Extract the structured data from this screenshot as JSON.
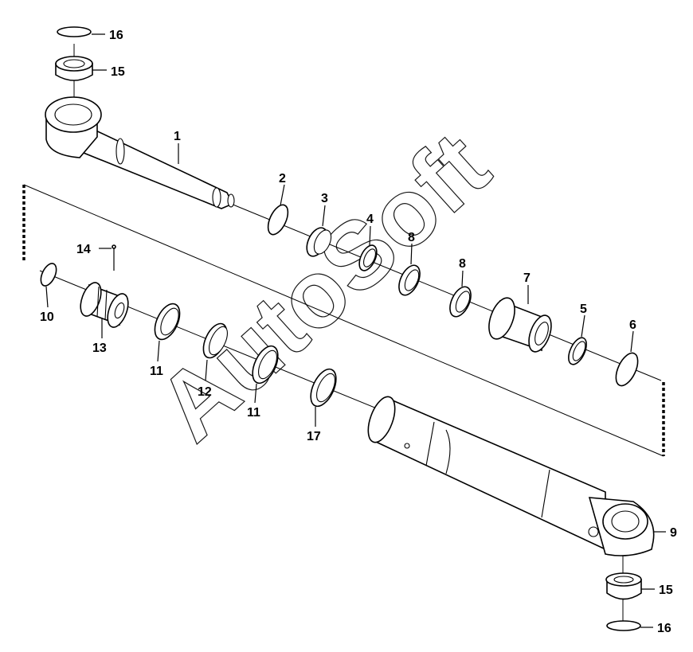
{
  "watermark": "AutoSoft",
  "callouts": {
    "c1": "1",
    "c2": "2",
    "c3": "3",
    "c4": "4",
    "c5": "5",
    "c6": "6",
    "c7": "7",
    "c8a": "8",
    "c8b": "8",
    "c9": "9",
    "c10": "10",
    "c11a": "11",
    "c11b": "11",
    "c12": "12",
    "c13": "13",
    "c14": "14",
    "c15a": "15",
    "c15b": "15",
    "c16a": "16",
    "c16b": "16",
    "c17": "17"
  }
}
